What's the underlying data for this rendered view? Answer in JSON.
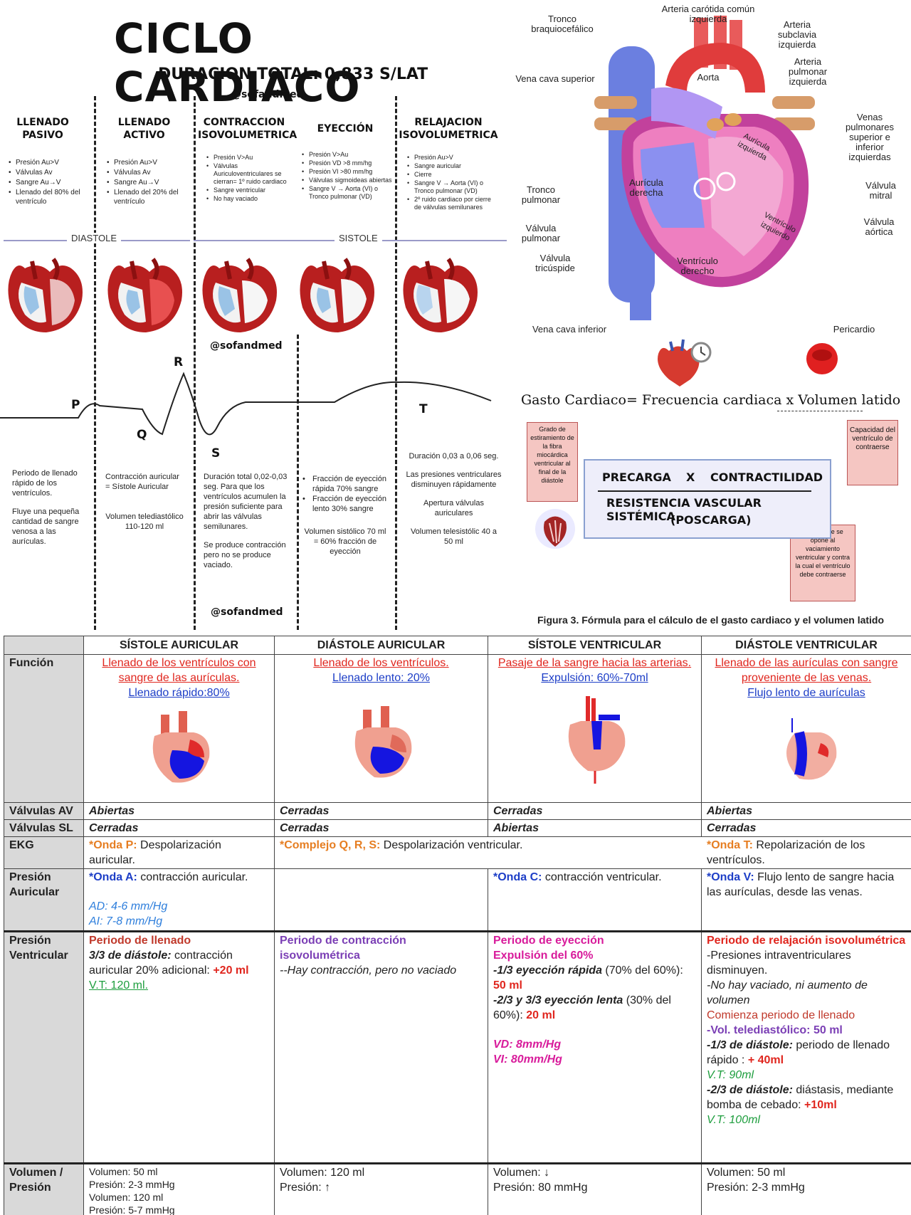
{
  "cycle": {
    "title": "CICLO CARDIACO",
    "subtitle": "DURACION TOTAL: 0,833 S/LAT",
    "handle": "@sofandmed",
    "phases": [
      {
        "name_line1": "LLENADO",
        "name_line2": "PASIVO",
        "items": [
          "Presión Au>V",
          "Válvulas Av",
          "Sangre Au→V",
          "Llenado del 80% del ventrículo"
        ]
      },
      {
        "name_line1": "LLENADO",
        "name_line2": "ACTIVO",
        "items": [
          "Presión Au>V",
          "Válvulas Av",
          "Sangre Au→V",
          "Llenado del 20% del ventrículo"
        ]
      },
      {
        "name_line1": "CONTRACCION",
        "name_line2": "ISOVOLUMETRICA",
        "items": [
          "Presión V>Au",
          "Válvulas Auriculoventriculares se cierran= 1º ruido cardiaco",
          "Sangre ventricular",
          "No hay vaciado"
        ]
      },
      {
        "name_line1": "EYECCIÓN",
        "name_line2": "",
        "items": [
          "Presión V>Au",
          "Presión VD >8 mm/hg",
          "Presión VI >80 mm/hg",
          "Válvulas sigmoideas abiertas",
          "Sangre V → Aorta (VI) o Tronco pulmonar (VD)"
        ]
      },
      {
        "name_line1": "RELAJACION",
        "name_line2": "ISOVOLUMETRICA",
        "items": [
          "Presión Au>V",
          "Sangre auricular",
          "Cierre",
          "Sangre V → Aorta (VI) o Tronco pulmonar (VD)",
          "2º ruido cardiaco por cierre de válvulas semilunares"
        ]
      }
    ],
    "diastole_label": "DIASTOLE",
    "sistole_label": "SISTOLE",
    "ecg_labels": {
      "p": "P",
      "q": "Q",
      "r": "R",
      "s": "S",
      "t": "T"
    },
    "notes": {
      "pasivo": [
        "Periodo de llenado rápido de los ventrículos.",
        "Fluye una pequeña cantidad de sangre venosa a las aurículas."
      ],
      "activo": [
        "Contracción auricular = Sístole Auricular",
        "Volumen telediastólico 110-120 ml"
      ],
      "isovol": [
        "Duración total 0,02-0,03 seg. Para que los ventrículos acumulen la presión suficiente para abrir las válvulas semilunares.",
        "Se produce contracción pero no se produce vaciado."
      ],
      "eyeccion": [
        "Fracción de eyección rápida 70% sangre",
        "Fracción de eyección lento 30% sangre"
      ],
      "eyeccion_extra": "Volumen sistólico 70 ml = 60% fracción de eyección",
      "relajacion": [
        "Duración 0,03 a 0,06 seg.",
        "Las presiones ventriculares disminuyen rápidamente",
        "Apertura válvulas auriculares",
        "Volumen telesistólic 40 a 50 ml"
      ]
    }
  },
  "anatomy": {
    "labels": {
      "carotida": "Arteria carótida común izquierda",
      "tronco_braq": "Tronco braquiocefálico",
      "subclavia": "Arteria subclavia izquierda",
      "pulmonar_izq": "Arteria pulmonar izquierda",
      "vena_cava_sup": "Vena cava superior",
      "aorta": "Aorta",
      "venas_pulm": "Venas pulmonares superior e inferior izquierdas",
      "auricula_izq": "Aurícula izquierda",
      "tronco_pulm": "Tronco pulmonar",
      "auricula_der": "Aurícula derecha",
      "valv_mitral": "Válvula mitral",
      "valv_pulmonar": "Válvula pulmonar",
      "ventriculo_izq": "Ventrículo izquierdo",
      "valv_aortica": "Válvula aórtica",
      "valv_tricuspide": "Válvula tricúspide",
      "ventriculo_der": "Ventrículo derecho",
      "vena_cava_inf": "Vena cava inferior",
      "pericardio": "Pericardio"
    }
  },
  "gasto": {
    "formula": "Gasto Cardiaco= Frecuencia cardiaca  x  Volumen latido",
    "precarga": "PRECARGA",
    "x": "X",
    "contractilidad": "CONTRACTILIDAD",
    "resistencia": "RESISTENCIA VASCULAR SISTÉMICA",
    "poscarga": "(POSCARGA)",
    "note_precarga": "Grado de estiramiento de la fibra miocárdica ventricular al final de la diástole",
    "note_contract": "Capacidad del ventrículo de contraerse",
    "note_poscarga": "Fuerza que se opone al vaciamiento ventricular y contra la cual el ventrículo debe contraerse",
    "caption": "Figura 3. Fórmula para el cálculo de el gasto cardiaco y el volumen latido"
  },
  "table": {
    "headers": [
      "SÍSTOLE AURICULAR",
      "DIÁSTOLE AURICULAR",
      "SÍSTOLE VENTRICULAR",
      "DIÁSTOLE VENTRICULAR"
    ],
    "row_labels": {
      "funcion": "Función",
      "valv_av": "Válvulas AV",
      "valv_sl": "Válvulas SL",
      "ekg": "EKG",
      "presion_aur_1": "Presión",
      "presion_aur_2": "Auricular",
      "presion_ven_1": "Presión",
      "presion_ven_2": "Ventricular",
      "vol_1": "Volumen /",
      "vol_2": "Presión"
    },
    "funcion": [
      {
        "red": "Llenado de los ventrículos con sangre de las aurículas.",
        "blue": "Llenado rápido:80%"
      },
      {
        "red": "Llenado de los ventrículos.",
        "blue": "Llenado lento: 20%"
      },
      {
        "red": "Pasaje de la sangre hacia las arterias.",
        "blue": "Expulsión: 60%-70ml"
      },
      {
        "red": "Llenado de las aurículas con sangre proveniente de las venas.",
        "blue": "Flujo lento de aurículas"
      }
    ],
    "valv_av": [
      "Abiertas",
      "Cerradas",
      "Cerradas",
      "Abiertas"
    ],
    "valv_sl": [
      "Cerradas",
      "Cerradas",
      "Abiertas",
      "Cerradas"
    ],
    "ekg": {
      "c1_hl": "*Onda P:",
      "c1_text": " Despolarización auricular.",
      "c2_hl": "*Complejo Q, R, S:",
      "c2_text": " Despolarización ventricular.",
      "c4_hl": "*Onda T:",
      "c4_text": " Repolarización de los ventrículos."
    },
    "presion_aur": {
      "c1_hl": "*Onda A:",
      "c1_text": " contracción auricular.",
      "c1_ad": "AD: 4-6 mm/Hg",
      "c1_ai": "AI: 7-8 mm/Hg",
      "c3_hl": "*Onda C:",
      "c3_text": " contracción ventricular.",
      "c4_hl": "*Onda V:",
      "c4_text": " Flujo lento de sangre hacia las aurículas, desde las venas."
    },
    "presion_ven": {
      "c1_title": "Periodo de llenado",
      "c1_b": "3/3 de diástole:",
      "c1_t": " contracción auricular 20% adicional: ",
      "c1_red": "+20 ml",
      "c1_vt": "V.T: 120 ml.",
      "c2_title": "Periodo de contracción isovolumétrica",
      "c2_t": "--Hay contracción, pero no vaciado",
      "c3_title1": "Periodo de eyección",
      "c3_title2": "Expulsión del 60%",
      "c3_b1": "-1/3 eyección rápida",
      "c3_t1": " (70% del 60%): ",
      "c3_r1": "50 ml",
      "c3_b2": "-2/3 y 3/3 eyección lenta",
      "c3_t2": " (30% del 60%): ",
      "c3_r2": "20 ml",
      "c3_vd": "VD: 8mm/Hg",
      "c3_vi": "VI: 80mm/Hg",
      "c4_title": "Periodo de relajación isovolumétrica",
      "c4_t1": "-Presiones intraventriculares disminuyen.",
      "c4_t2": "-No hay vaciado, ni aumento de volumen",
      "c4_dr": "Comienza periodo de llenado",
      "c4_p": "-Vol. telediastólico: 50 ml",
      "c4_b1": "-1/3 de diástole:",
      "c4_t3": " periodo de llenado rápido : ",
      "c4_r1": "+ 40ml",
      "c4_vt1": "V.T: 90ml",
      "c4_b2": "-2/3 de diástole:",
      "c4_t4": " diástasis, mediante bomba de cebado: ",
      "c4_r2": "+10ml",
      "c4_vt2": "V.T: 100ml"
    },
    "volumen": [
      [
        "Volumen: 50 ml",
        "Presión: 2-3 mmHg",
        "Volumen: 120 ml",
        "Presión: 5-7 mmHg"
      ],
      [
        "Volumen: 120 ml",
        "Presión: ↑"
      ],
      [
        "Volumen: ↓",
        "Presión: 80 mmHg"
      ],
      [
        "Volumen: 50 ml",
        "Presión: 2-3 mmHg"
      ]
    ]
  },
  "colors": {
    "red": "#e0261e",
    "blue": "#1d3ec7",
    "orange": "#e67e22",
    "purple": "#7b3fb5",
    "magenta": "#d81b9b",
    "green": "#1e9e3e",
    "gray": "#d9d9d9"
  }
}
